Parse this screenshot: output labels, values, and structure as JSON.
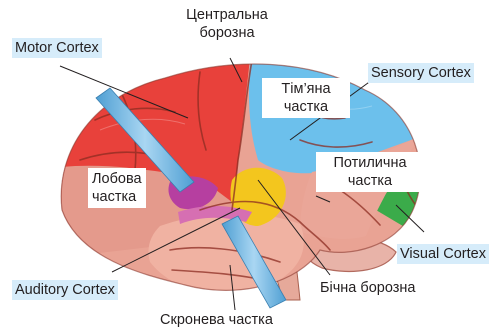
{
  "diagram": {
    "colors": {
      "frontal": "#e8413b",
      "parietal": "#6cc0ec",
      "occipital": "#3bab4a",
      "temporal": "#f0b2a2",
      "cerebellum": "#e8b3a8",
      "wernicke": "#f3c61e",
      "broca": "#b63fa0",
      "label_highlight": "#d6ecfa",
      "pointer": "#6fb3df"
    },
    "labels": {
      "motor_cortex": "Motor Cortex",
      "sensory_cortex": "Sensory Cortex",
      "visual_cortex": "Visual Cortex",
      "auditory_cortex": "Auditory Cortex",
      "central_sulcus_line1": "Центральна",
      "central_sulcus_line2": "борозна",
      "parietal_line1": "Тім’яна",
      "parietal_line2": "частка",
      "frontal_line1": "Лобова",
      "frontal_line2": "частка",
      "occipital_line1": "Потилична",
      "occipital_line2": "частка",
      "lateral_sulcus": "Бічна борозна",
      "temporal_lobe": "Скронева частка"
    }
  }
}
